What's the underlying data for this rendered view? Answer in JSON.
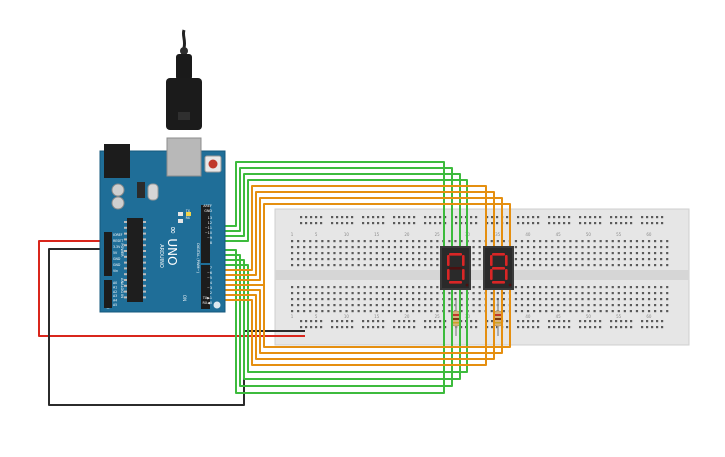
{
  "arduino": {
    "brand": "ARDUINO",
    "model": "UNO",
    "logo_symbol": "∞",
    "on_label": "ON",
    "header_digital": "DIGITAL (PWM~)",
    "header_power": "POWER",
    "header_analog": "ANALOG IN",
    "aref": "AREF",
    "gnd": "GND",
    "tx": "TX",
    "rx": "RX",
    "tx_pin": "TX▶1",
    "rx_pin": "RX◀0",
    "digital_pins": [
      "13",
      "12",
      "~11",
      "~10",
      "~9",
      "8",
      "7",
      "~6",
      "~5",
      "4",
      "~3",
      "2"
    ],
    "power_pins": [
      "IOREF",
      "RESET",
      "3.3V",
      "5V",
      "GND",
      "GND",
      "Vin"
    ],
    "analog_pins": [
      "A0",
      "A1",
      "A2",
      "A3",
      "A4",
      "A5"
    ]
  },
  "breadboard": {
    "column_numbers": [
      "1",
      "5",
      "10",
      "15",
      "20",
      "25",
      "30",
      "35",
      "40",
      "45",
      "50",
      "55",
      "60"
    ]
  },
  "displays": [
    {
      "name": "display-left",
      "digit": "0"
    },
    {
      "name": "display-right",
      "digit": "8"
    }
  ],
  "colors": {
    "board": "#1f6e98",
    "breadboard": "#e6e6e6",
    "wire_green": "#3dbb3d",
    "wire_orange": "#e58f10",
    "wire_red": "#d9261c",
    "wire_black": "#2b2b2b",
    "segment_on": "#d92626",
    "segment_off": "#4a1010"
  },
  "icons": {
    "usb": "usb-connector-icon",
    "reset": "reset-button-icon",
    "logo": "arduino-infinity-logo-icon"
  }
}
